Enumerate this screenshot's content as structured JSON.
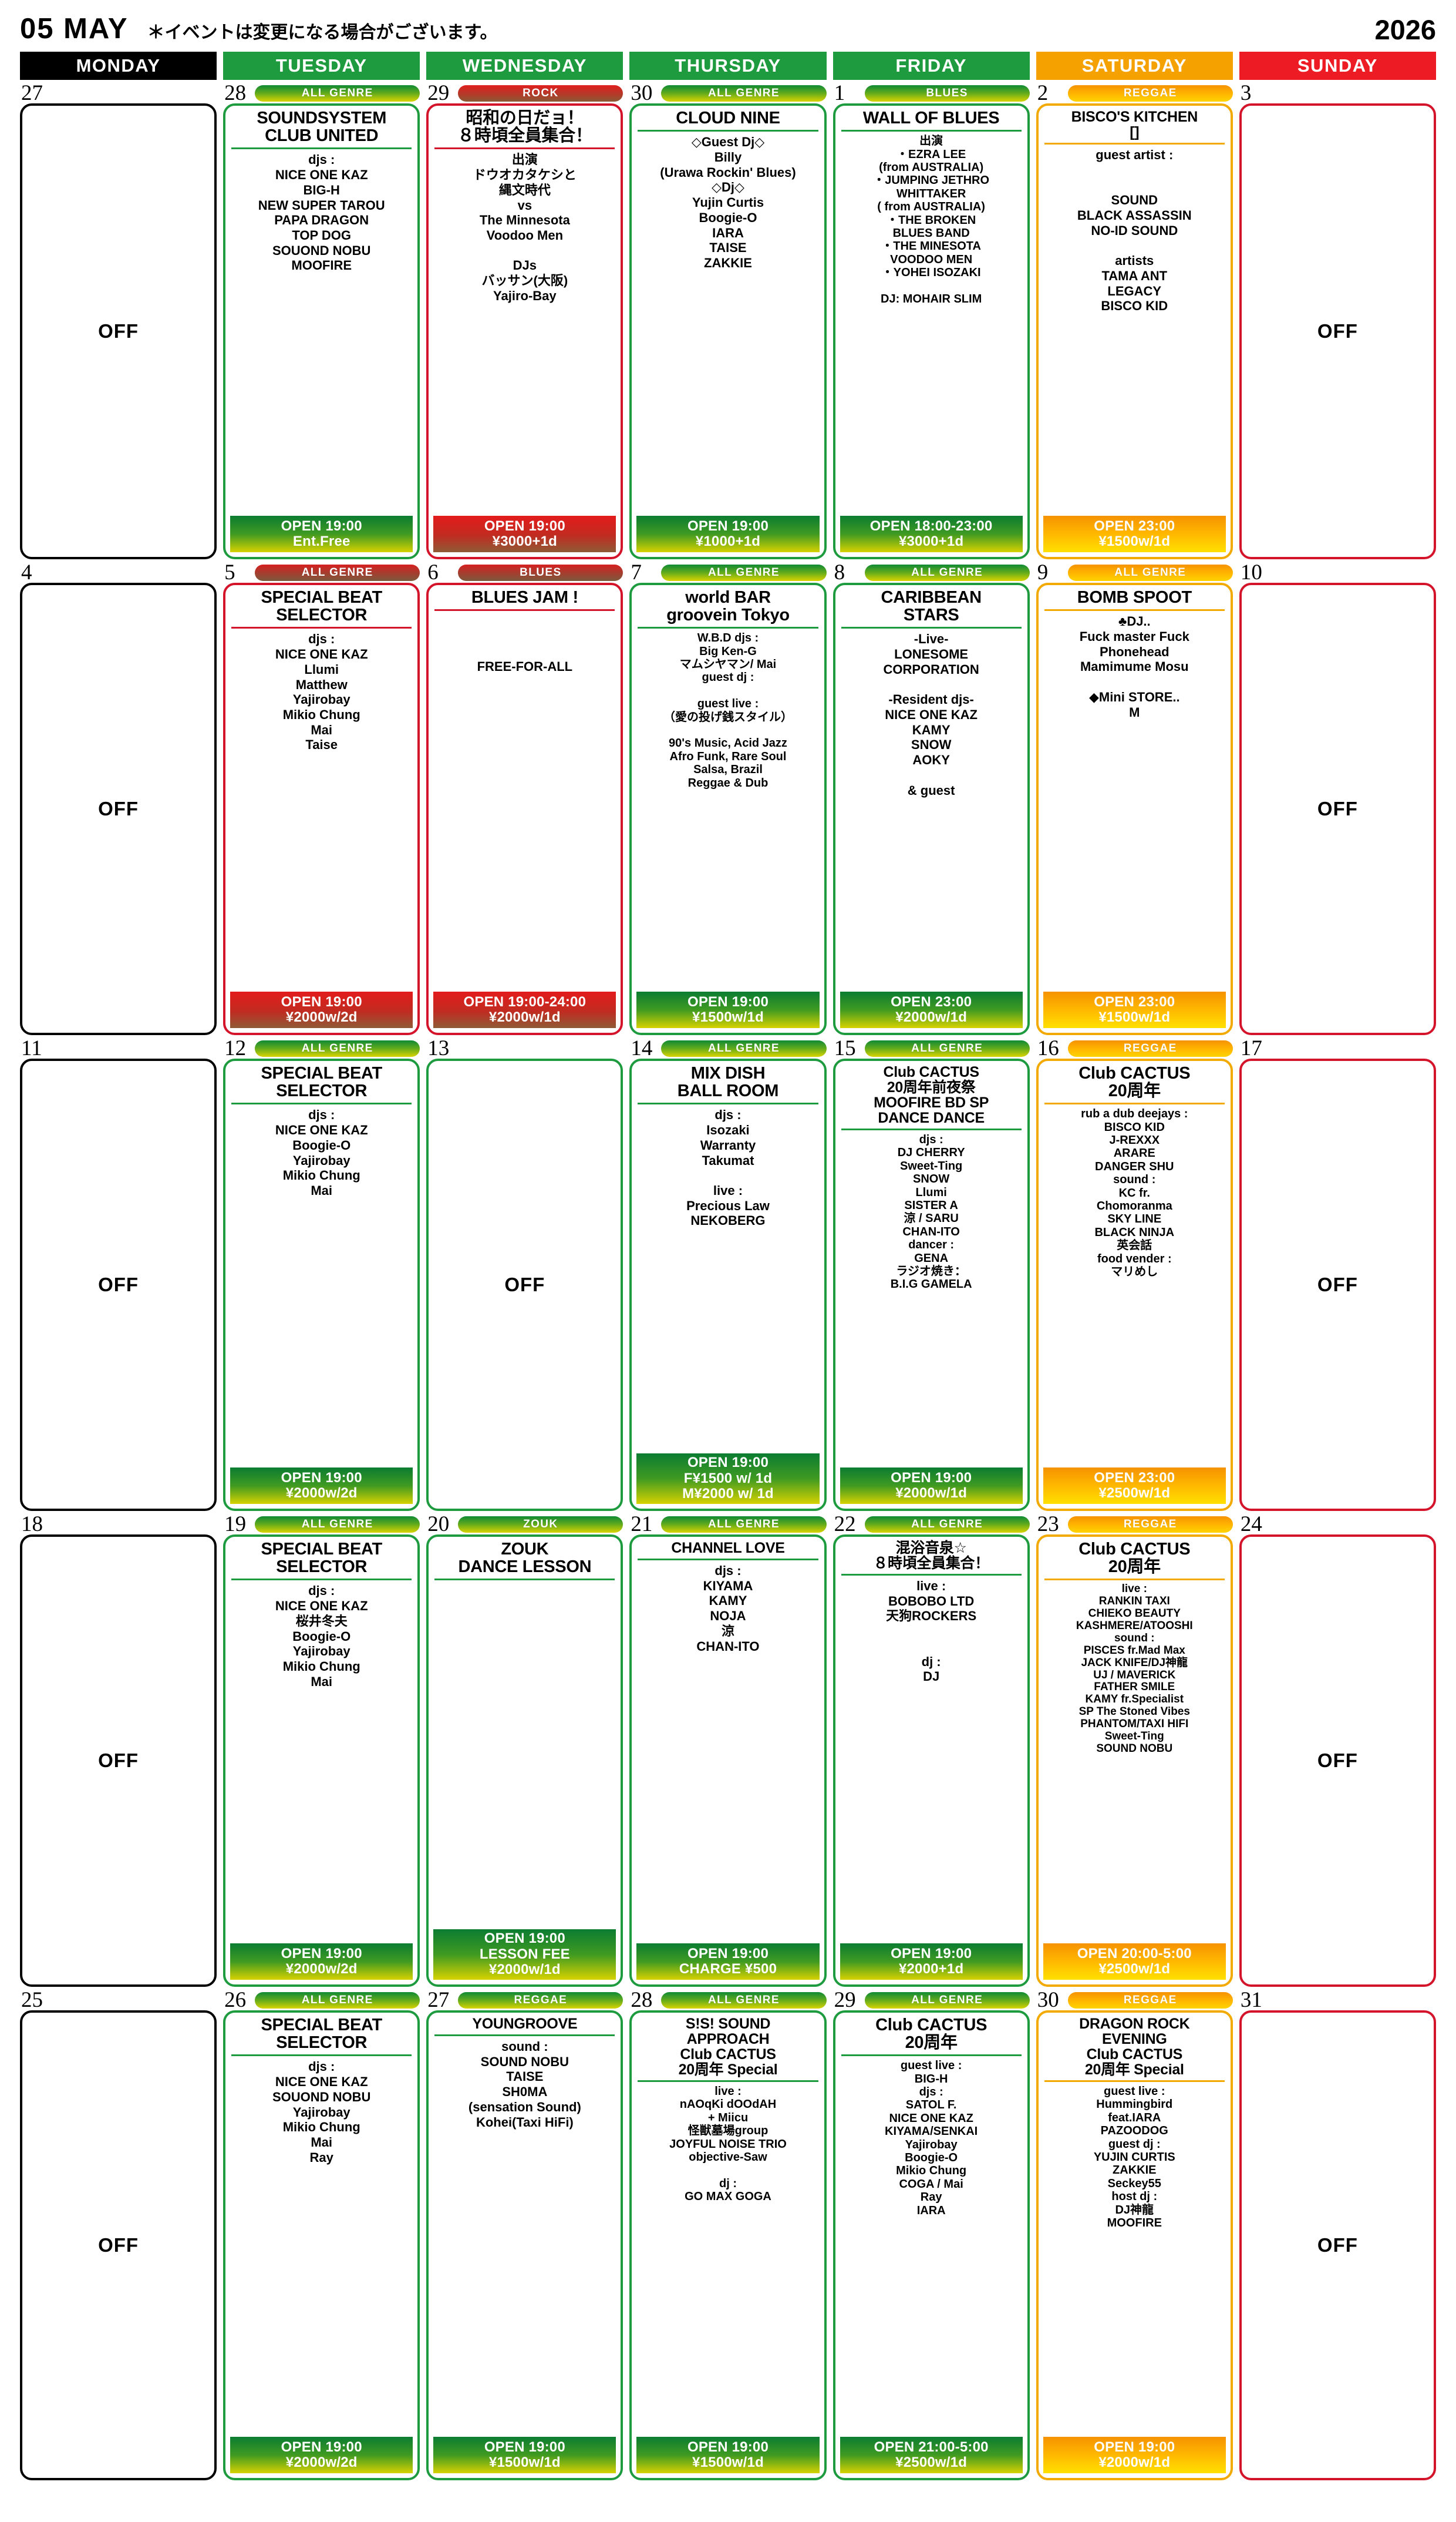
{
  "header": {
    "month": "05  MAY",
    "notice": "＊イベントは変更になる場合がございます。",
    "year": "2026",
    "days": [
      {
        "label": "MONDAY",
        "style": "mon"
      },
      {
        "label": "TUESDAY",
        "style": "wk"
      },
      {
        "label": "WEDNESDAY",
        "style": "wk"
      },
      {
        "label": "THURSDAY",
        "style": "wk"
      },
      {
        "label": "FRIDAY",
        "style": "wk"
      },
      {
        "label": "SATURDAY",
        "style": "sat"
      },
      {
        "label": "SUNDAY",
        "style": "sun"
      }
    ]
  },
  "colors": {
    "green": "#1e9b3f",
    "red": "#ed1c24",
    "orange": "#f5a200",
    "black": "#000000",
    "yellow": "#d9d400"
  },
  "weeks": [
    {
      "cells": [
        {
          "date": "27",
          "off": true,
          "border": "black",
          "off_label": "OFF"
        },
        {
          "date": "28",
          "genre": "ALL GENRE",
          "genre_style": "g-green",
          "border": "green",
          "title": "SOUNDSYSTEM\nCLUB UNITED",
          "body": "djs :\nNICE ONE KAZ\nBIG-H\nNEW SUPER TAROU\nPAPA DRAGON\nTOP DOG\nSOUOND NOBU\nMOOFIRE",
          "footer": "OPEN 19:00\nEnt.Free",
          "footer_style": "f-green"
        },
        {
          "date": "29",
          "genre": "ROCK",
          "genre_style": "g-red",
          "border": "red",
          "title": "昭和の日だョ！\n８時頃全員集合！",
          "body": "出演\nドウオカタケシと\n縄文時代\nvs\nThe Minnesota\nVoodoo Men\n\nDJs\nバッサン(大阪)\nYajiro-Bay",
          "footer": "OPEN 19:00\n¥3000+1d",
          "footer_style": "f-red"
        },
        {
          "date": "30",
          "genre": "ALL GENRE",
          "genre_style": "g-green",
          "border": "green",
          "title": "CLOUD NINE",
          "body": "◇Guest Dj◇\nBilly\n(Urawa Rockin' Blues)\n◇Dj◇\nYujin Curtis\nBoogie-O\nIARA\nTAISE\nZAKKIE",
          "footer": "OPEN 19:00\n¥1000+1d",
          "footer_style": "f-green"
        },
        {
          "date": "1",
          "genre": "BLUES",
          "genre_style": "g-green",
          "border": "green",
          "title": "WALL OF BLUES",
          "body": "出演\n・EZRA LEE\n(from AUSTRALIA)\n・JUMPING JETHRO\nWHITTAKER\n( from AUSTRALIA)\n・THE BROKEN\nBLUES BAND\n・THE MINESOTA\nVOODOO MEN\n・YOHEI ISOZAKI\n\nDJ: MOHAIR SLIM",
          "body_class": "dense",
          "footer": "OPEN 18:00-23:00\n¥3000+1d",
          "footer_style": "f-green"
        },
        {
          "date": "2",
          "genre": "REGGAE",
          "genre_style": "g-orange",
          "border": "orange",
          "title": "BISCO'S KITCHEN\n[]",
          "title_class": "small",
          "body": "guest artist :\n\n\nSOUND\nBLACK ASSASSIN\nNO-ID SOUND\n\nartists\nTAMA ANT\nLEGACY\nBISCO KID",
          "footer": "OPEN 23:00\n¥1500w/1d",
          "footer_style": "f-orange"
        },
        {
          "date": "3",
          "off": true,
          "border": "red",
          "off_label": "OFF"
        }
      ]
    },
    {
      "cells": [
        {
          "date": "4",
          "off": true,
          "border": "black",
          "off_label": "OFF"
        },
        {
          "date": "5",
          "genre": "ALL GENRE",
          "genre_style": "g-darkred",
          "border": "red",
          "title": "SPECIAL BEAT\nSELECTOR",
          "body": "djs :\nNICE ONE KAZ\nLlumi\nMatthew\nYajirobay\nMikio Chung\nMai\nTaise",
          "footer": "OPEN 19:00\n¥2000w/2d",
          "footer_style": "f-red"
        },
        {
          "date": "6",
          "genre": "BLUES",
          "genre_style": "g-darkred",
          "border": "red",
          "title": "BLUES JAM !",
          "body": "\n\n\nFREE-FOR-ALL",
          "footer": "OPEN 19:00-24:00\n¥2000w/1d",
          "footer_style": "f-red"
        },
        {
          "date": "7",
          "genre": "ALL GENRE",
          "genre_style": "g-green",
          "border": "green",
          "title": "world BAR\ngroovein Tokyo",
          "body": "W.B.D  djs :\nBig Ken-G\nマムシヤマン/ Mai\nguest dj :\n\nguest live :\n（愛の投げ銭スタイル）\n\n90's Music, Acid Jazz\nAfro Funk, Rare Soul\nSalsa, Brazil\nReggae & Dub",
          "body_class": "dense",
          "footer": "OPEN 19:00\n¥1500w/1d",
          "footer_style": "f-green"
        },
        {
          "date": "8",
          "genre": "ALL GENRE",
          "genre_style": "g-green",
          "border": "green",
          "title": "CARIBBEAN\nSTARS",
          "body": "-Live-\nLONESOME\nCORPORATION\n\n-Resident djs-\nNICE ONE KAZ\nKAMY\nSNOW\nAOKY\n\n& guest",
          "footer": "OPEN 23:00\n¥2000w/1d",
          "footer_style": "f-green"
        },
        {
          "date": "9",
          "genre": "ALL GENRE",
          "genre_style": "g-orange",
          "border": "orange",
          "title": "BOMB SPOOT",
          "body": "♣DJ..\nFuck master Fuck\nPhonehead\nMamimume Mosu\n\n◆Mini STORE..\nM",
          "footer": "OPEN 23:00\n¥1500w/1d",
          "footer_style": "f-orange"
        },
        {
          "date": "10",
          "off": true,
          "border": "red",
          "off_label": "OFF"
        }
      ]
    },
    {
      "cells": [
        {
          "date": "11",
          "off": true,
          "border": "black",
          "off_label": "OFF"
        },
        {
          "date": "12",
          "genre": "ALL GENRE",
          "genre_style": "g-green",
          "border": "green",
          "title": "SPECIAL BEAT\nSELECTOR",
          "body": "djs :\nNICE ONE KAZ\nBoogie-O\nYajirobay\nMikio Chung\nMai",
          "footer": "OPEN 19:00\n¥2000w/2d",
          "footer_style": "f-green"
        },
        {
          "date": "13",
          "off": true,
          "border": "green",
          "off_label": "OFF"
        },
        {
          "date": "14",
          "genre": "ALL GENRE",
          "genre_style": "g-green",
          "border": "green",
          "title": "MIX DISH\nBALL ROOM",
          "body": "djs :\nIsozaki\nWarranty\nTakumat\n\nlive :\nPrecious Law\nNEKOBERG",
          "footer": "OPEN 19:00\nF¥1500 w/ 1d\nM¥2000 w/ 1d",
          "footer_style": "f-green",
          "footer_tall": true
        },
        {
          "date": "15",
          "genre": "ALL GENRE",
          "genre_style": "g-green",
          "border": "green",
          "title": "Club CACTUS\n20周年前夜祭\nMOOFIRE BD SP\nDANCE DANCE",
          "title_class": "small",
          "body": "djs :\nDJ CHERRY\nSweet-Ting\nSNOW\nLlumi\nSISTER A\n涼 / SARU\nCHAN-ITO\ndancer :\nGENA\nラジオ焼き：\nB.I.G GAMELA",
          "body_class": "dense",
          "footer": "OPEN 19:00\n¥2000w/1d",
          "footer_style": "f-green"
        },
        {
          "date": "16",
          "genre": "REGGAE",
          "genre_style": "g-orange",
          "border": "orange",
          "title": "Club CACTUS\n20周年",
          "body": "rub a dub deejays :\nBISCO KID\nJ-REXXX\nARARE\nDANGER SHU\nsound :\nKC fr.\nChomoranma\nSKY LINE\nBLACK NINJA\n英会話\nfood vender :\nマリめし",
          "body_class": "dense",
          "footer": "OPEN 23:00\n¥2500w/1d",
          "footer_style": "f-orange"
        },
        {
          "date": "17",
          "off": true,
          "border": "red",
          "off_label": "OFF"
        }
      ]
    },
    {
      "cells": [
        {
          "date": "18",
          "off": true,
          "border": "black",
          "off_label": "OFF"
        },
        {
          "date": "19",
          "genre": "ALL GENRE",
          "genre_style": "g-green",
          "border": "green",
          "title": "SPECIAL BEAT\nSELECTOR",
          "body": "djs :\nNICE ONE KAZ\n桜井冬夫\nBoogie-O\nYajirobay\nMikio Chung\nMai",
          "footer": "OPEN 19:00\n¥2000w/2d",
          "footer_style": "f-green"
        },
        {
          "date": "20",
          "genre": "ZOUK",
          "genre_style": "g-green",
          "border": "green",
          "title": "ZOUK\nDANCE LESSON",
          "body": "",
          "footer": "OPEN 19:00\nLESSON FEE\n¥2000w/1d",
          "footer_style": "f-green",
          "footer_tall": true
        },
        {
          "date": "21",
          "genre": "ALL GENRE",
          "genre_style": "g-green",
          "border": "green",
          "title": "CHANNEL LOVE",
          "title_class": "small",
          "body": "djs :\nKIYAMA\nKAMY\nNOJA\n涼\nCHAN-ITO",
          "footer": "OPEN 19:00\nCHARGE ¥500",
          "footer_style": "f-green"
        },
        {
          "date": "22",
          "genre": "ALL GENRE",
          "genre_style": "g-green",
          "border": "green",
          "title": "混浴音泉☆\n８時頃全員集合！",
          "title_class": "small",
          "body": "live :\nBOBOBO LTD\n天狗ROCKERS\n\n\ndj :\nDJ",
          "footer": "OPEN 19:00\n¥2000+1d",
          "footer_style": "f-green"
        },
        {
          "date": "23",
          "genre": "REGGAE",
          "genre_style": "g-orange",
          "border": "orange",
          "title": "Club CACTUS\n20周年",
          "body": "live :\nRANKIN TAXI\nCHIEKO BEAUTY\nKASHMERE/ATOOSHI\nsound :\nPISCES fr.Mad Max\nJACK KNIFE/DJ神龍\nUJ / MAVERICK\nFATHER SMILE\nKAMY fr.Specialist\nSP The Stoned Vibes\nPHANTOM/TAXI HIFI\nSweet-Ting\nSOUND NOBU",
          "body_class": "xdense",
          "footer": "OPEN 20:00-5:00\n¥2500w/1d",
          "footer_style": "f-orange"
        },
        {
          "date": "24",
          "off": true,
          "border": "red",
          "off_label": "OFF"
        }
      ]
    },
    {
      "cells": [
        {
          "date": "25",
          "off": true,
          "border": "black",
          "off_label": "OFF"
        },
        {
          "date": "26",
          "genre": "ALL GENRE",
          "genre_style": "g-green",
          "border": "green",
          "title": "SPECIAL BEAT\nSELECTOR",
          "body": "djs :\nNICE ONE KAZ\nSOUOND NOBU\nYajirobay\nMikio Chung\nMai\nRay",
          "footer": "OPEN 19:00\n¥2000w/2d",
          "footer_style": "f-green"
        },
        {
          "date": "27",
          "genre": "REGGAE",
          "genre_style": "g-green",
          "border": "green",
          "title": "YOUNGROOVE",
          "title_class": "small",
          "body": "sound :\nSOUND NOBU\nTAISE\nSH0MA\n(sensation Sound)\nKohei(Taxi HiFi)",
          "footer": "OPEN 19:00\n¥1500w/1d",
          "footer_style": "f-green"
        },
        {
          "date": "28",
          "genre": "ALL GENRE",
          "genre_style": "g-green",
          "border": "green",
          "title": "S!S! SOUND\nAPPROACH\nClub CACTUS\n20周年 Special",
          "title_class": "small",
          "body": "live :\nnAOqKi dOOdAH\n+ Miicu\n怪獣墓場group\nJOYFUL NOISE TRIO\nobjective-Saw\n\ndj :\nGO MAX GOGA",
          "body_class": "dense",
          "footer": "OPEN 19:00\n¥1500w/1d",
          "footer_style": "f-green"
        },
        {
          "date": "29",
          "genre": "ALL GENRE",
          "genre_style": "g-green",
          "border": "green",
          "title": "Club CACTUS\n20周年",
          "body": "guest live :\nBIG-H\ndjs :\nSATOL F.\nNICE ONE KAZ\nKIYAMA/SENKAI\nYajirobay\nBoogie-O\nMikio Chung\nCOGA / Mai\nRay\nIARA",
          "body_class": "dense",
          "footer": "OPEN 21:00-5:00\n¥2500w/1d",
          "footer_style": "f-green"
        },
        {
          "date": "30",
          "genre": "REGGAE",
          "genre_style": "g-orange",
          "border": "orange",
          "title": "DRAGON ROCK\nEVENING\nClub CACTUS\n20周年 Special",
          "title_class": "small",
          "body": "guest live :\nHummingbird\nfeat.IARA\nPAZOODOG\nguest dj :\nYUJIN CURTIS\nZAKKIE\nSeckey55\nhost dj :\nDJ神龍\nMOOFIRE",
          "body_class": "dense",
          "footer": "OPEN 19:00\n¥2000w/1d",
          "footer_style": "f-orange"
        },
        {
          "date": "31",
          "off": true,
          "border": "red",
          "off_label": "OFF"
        }
      ]
    }
  ]
}
